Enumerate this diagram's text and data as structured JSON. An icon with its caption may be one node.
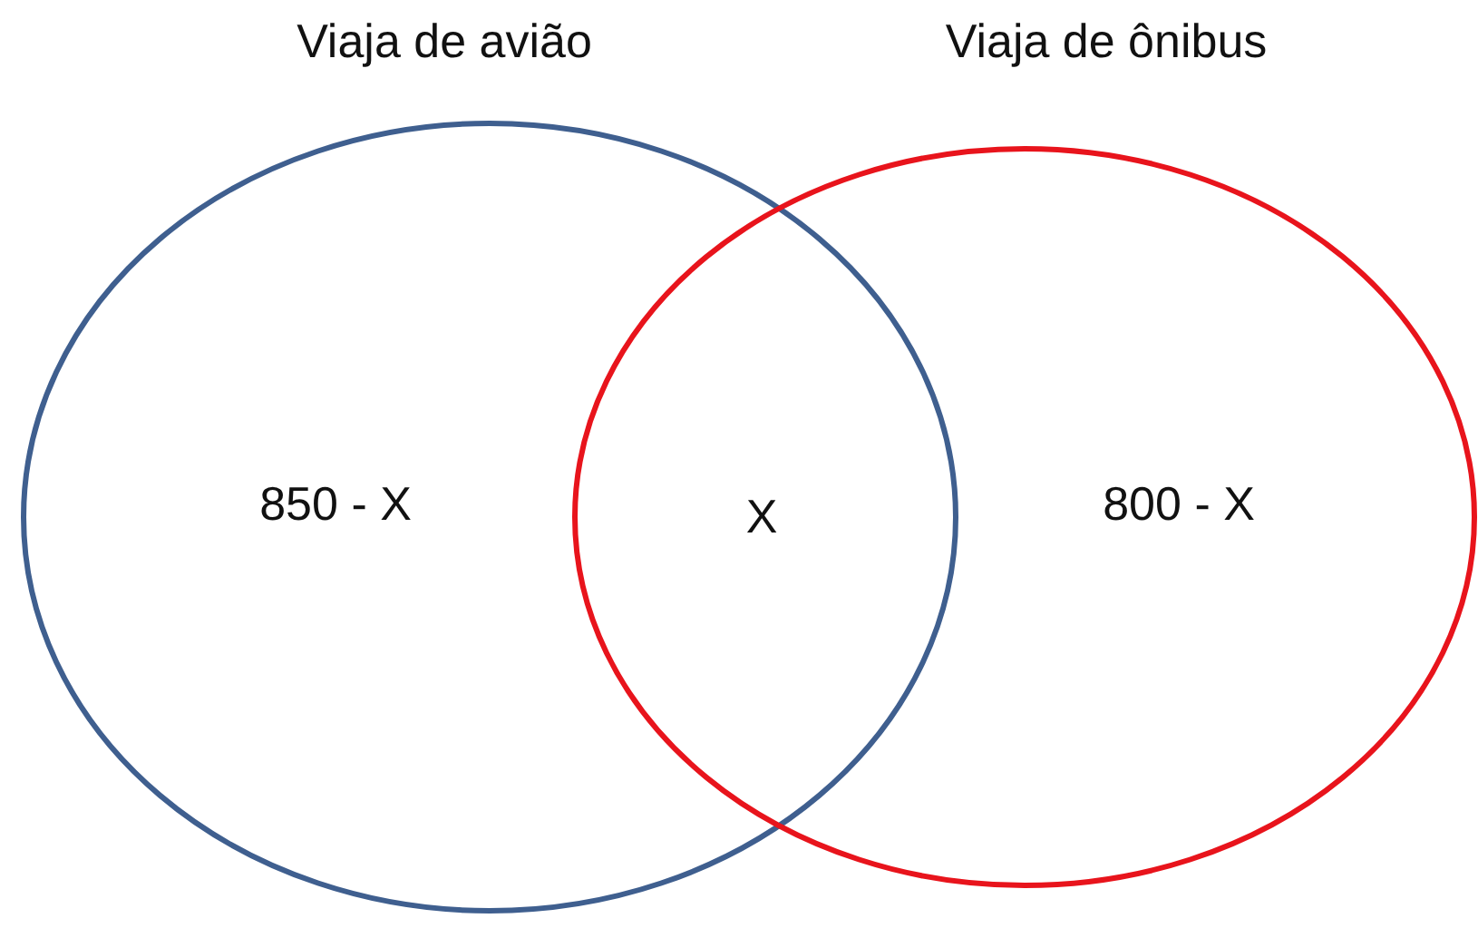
{
  "diagram": {
    "nodes": [
      {
        "text": [
          "Viaja de avião",
          "850 - X"
        ]
      },
      {
        "text": [
          "Viaja de ônibus",
          "800 - X"
        ]
      }
    ],
    "labels": [
      "X"
    ]
  }
}
